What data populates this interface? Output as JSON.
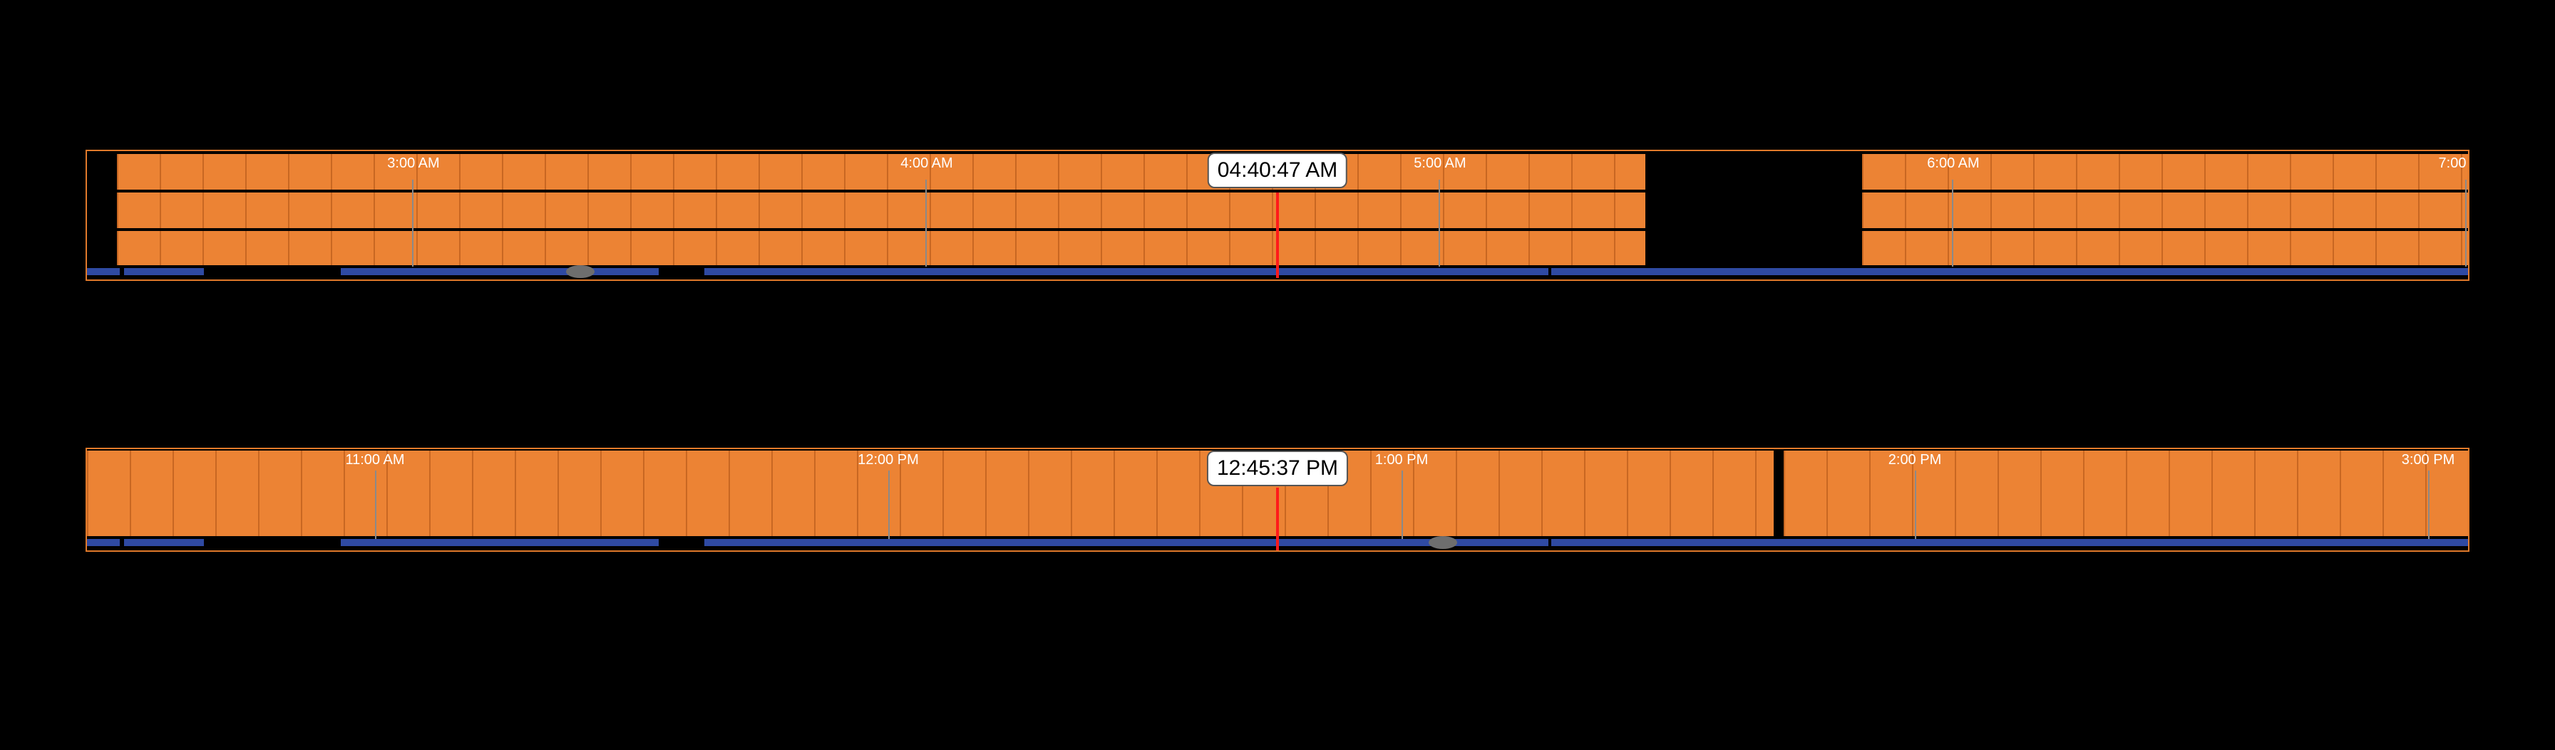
{
  "timeline_top": {
    "current_time": "04:40:47 AM",
    "tick_labels": [
      "3:00 AM",
      "4:00 AM",
      "5:00 AM",
      "6:00 AM",
      "7:00"
    ]
  },
  "timeline_bottom": {
    "current_time": "12:45:37 PM",
    "tick_labels": [
      "11:00 AM",
      "12:00 PM",
      "1:00 PM",
      "2:00 PM",
      "3:00 PM"
    ]
  },
  "colors": {
    "recording": "#ec8334",
    "border": "#e0792a",
    "overview_bar": "#2f4aa3",
    "playhead": "#ff1a1a",
    "background": "#000000"
  }
}
